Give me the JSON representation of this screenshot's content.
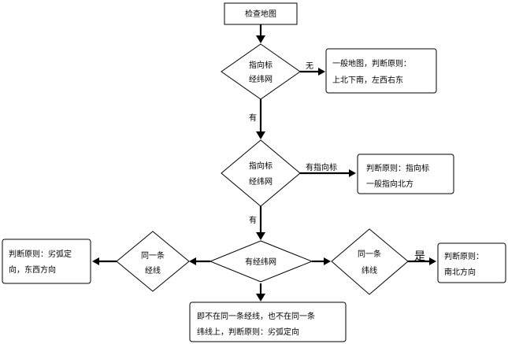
{
  "nodes": {
    "start": "检查地图",
    "d1_line1": "指向标",
    "d1_line2": "经纬网",
    "r1_line1": "一般地图，判断原则：",
    "r1_line2": "上北下南，左西右东",
    "d2_line1": "指向标",
    "d2_line2": "经纬网",
    "r2_line1": "判断原则：指向标",
    "r2_line2": "一般指向北方",
    "d3": "有经纬网",
    "dl_line1": "同一条",
    "dl_line2": "经线",
    "rl_line1": "判断原则：劣弧定",
    "rl_line2": "向，东西方向",
    "dr_line1": "同一条",
    "dr_line2": "纬线",
    "rr_line1": "判断原则：",
    "rr_line2": "南北方向",
    "rb_line1": "即不在同一条经线，也不在同一条",
    "rb_line2": "纬线上，判断原则：劣弧定向"
  },
  "edges": {
    "none": "无",
    "has1": "有",
    "has_pointer": "有指向标",
    "has2": "有",
    "yes": "是"
  }
}
